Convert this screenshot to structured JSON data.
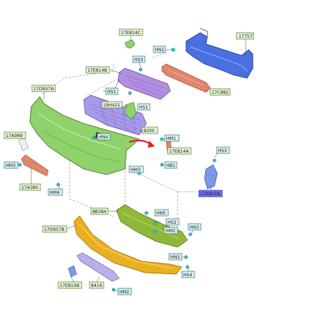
{
  "parts": {
    "p17E814C": "17E814C",
    "p17757": "17757",
    "pHN1": "HN1",
    "pHS3top": "HS3",
    "p17E814B": "17E814B",
    "p17D957A": "17D957A",
    "pHS1a": "HS1",
    "p17C882": "17C882",
    "p19H421": "19H421",
    "pHS1b": "HS1",
    "p17A989": "17A989",
    "pHN4": "HN4",
    "p8200": "8200",
    "pHM1": "HM1",
    "p17E814A": "17E814A",
    "pHS3right": "HS3",
    "pHM3left": "HM3",
    "pHB1": "HB1",
    "pHM3mid": "HM3",
    "p17A385": "17A385",
    "pHM4": "HM4",
    "p17E810A": "17E810A",
    "p8B384": "8B384",
    "pHN5": "HN5",
    "pHS2": "HS2",
    "p17D957B": "17D957B",
    "pHM2a": "HM2",
    "pHN3a": "HN3",
    "pHN3b": "HN3",
    "pHS4": "HS4",
    "p17E810B": "17E810B",
    "p8419": "8419",
    "pHM2b": "HM2"
  },
  "colors": {
    "bumper_cover": "#8fd16a",
    "reinforcement": "#4a6fe0",
    "absorber": "#e0866a",
    "grille": "#a89ae8",
    "upper_bracket": "#b28ee0",
    "lower_absorber": "#8fb83a",
    "lower_cover": "#e8b020",
    "lip": "#b8b0e8",
    "arrow": "#e02020"
  }
}
